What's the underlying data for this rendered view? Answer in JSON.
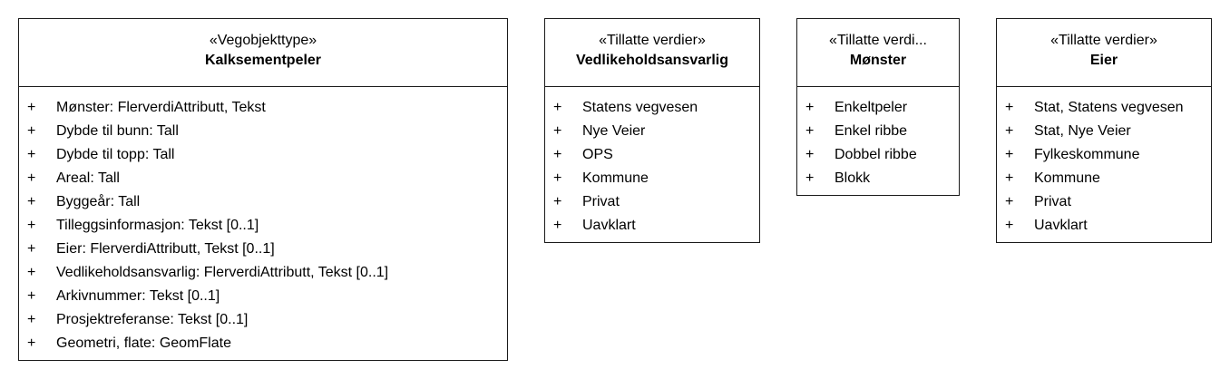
{
  "classes": [
    {
      "stereotype": "«Vegobjekttype»",
      "name": "Kalksementpeler",
      "attributes": [
        "Mønster: FlerverdiAttributt, Tekst",
        "Dybde til bunn: Tall",
        "Dybde til topp: Tall",
        "Areal: Tall",
        "Byggeår: Tall",
        "Tilleggsinformasjon: Tekst [0..1]",
        "Eier: FlerverdiAttributt, Tekst [0..1]",
        "Vedlikeholdsansvarlig: FlerverdiAttributt, Tekst [0..1]",
        "Arkivnummer: Tekst [0..1]",
        "Prosjektreferanse: Tekst [0..1]",
        "Geometri, flate: GeomFlate"
      ]
    },
    {
      "stereotype": "«Tillatte verdier»",
      "name": "Vedlikeholdsansvarlig",
      "attributes": [
        "Statens vegvesen",
        "Nye Veier",
        "OPS",
        "Kommune",
        "Privat",
        "Uavklart"
      ]
    },
    {
      "stereotype": "«Tillatte verdi...",
      "name": "Mønster",
      "attributes": [
        "Enkeltpeler",
        "Enkel ribbe",
        "Dobbel ribbe",
        "Blokk"
      ]
    },
    {
      "stereotype": "«Tillatte verdier»",
      "name": "Eier",
      "attributes": [
        "Stat, Statens vegvesen",
        "Stat, Nye Veier",
        "Fylkeskommune",
        "Kommune",
        "Privat",
        "Uavklart"
      ]
    }
  ],
  "visibility_marker": "+"
}
